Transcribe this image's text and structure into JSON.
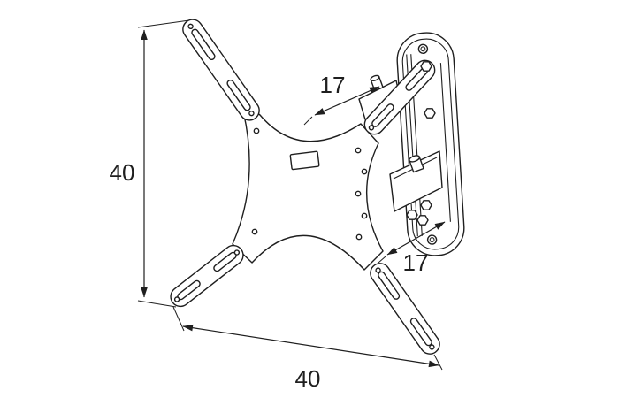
{
  "dimensions": {
    "height": "40",
    "width": "40",
    "depth_top": "17",
    "depth_bottom": "17"
  },
  "colors": {
    "line": "#1f1f1f",
    "background": "#ffffff"
  }
}
